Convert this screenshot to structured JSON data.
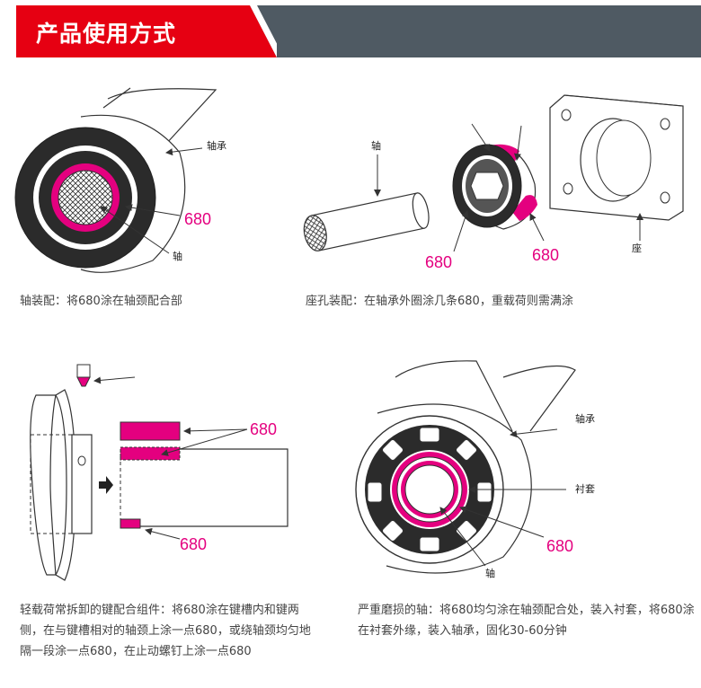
{
  "header": {
    "title": "产品使用方式",
    "colors": {
      "red": "#e60012",
      "grey": "#4f5a63",
      "magenta": "#e4007f"
    }
  },
  "panels": [
    {
      "labels": {
        "bearing": "轴承",
        "number": "680",
        "shaft": "轴"
      },
      "caption": "轴装配：将680涂在轴颈配合部"
    },
    {
      "labels": {
        "shaft": "轴",
        "number_left": "680",
        "number_right": "680",
        "seat": "座"
      },
      "caption": "座孔装配：在轴承外圈涂几条680，重载荷则需满涂"
    },
    {
      "labels": {
        "number_top": "680",
        "number_bottom": "680"
      },
      "caption": "轻载荷常拆卸的键配合组件：将680涂在键槽内和键两侧，在与键槽相对的轴颈上涂一点680，或绕轴颈均匀地隔一段涂一点680，在止动螺钉上涂一点680"
    },
    {
      "labels": {
        "bearing": "轴承",
        "sleeve": "衬套",
        "number": "680",
        "shaft": "轴"
      },
      "caption": "严重磨损的轴：将680均匀涂在轴颈配合处，装入衬套，将680涂在衬套外缘，装入轴承，固化30-60分钟"
    }
  ]
}
